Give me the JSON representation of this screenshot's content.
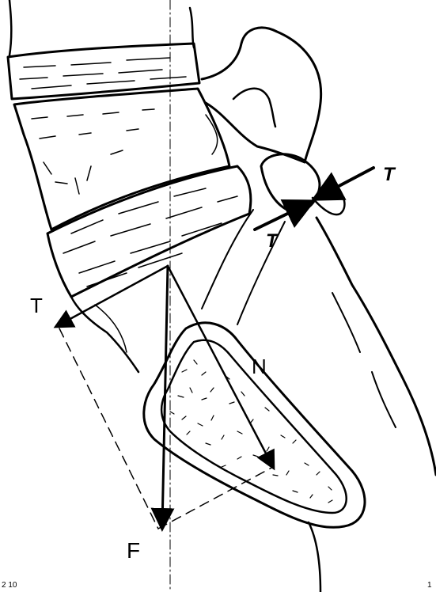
{
  "labels": {
    "t_left": "T",
    "n": "N",
    "f": "F",
    "t_upper": "T",
    "t_lower": "T"
  },
  "footer": {
    "left": "2 10",
    "right": "1"
  },
  "colors": {
    "ink": "#000000",
    "background": "#ffffff"
  }
}
